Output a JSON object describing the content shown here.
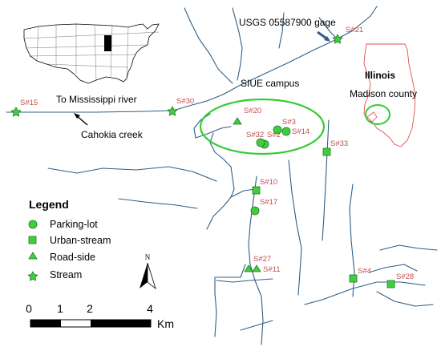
{
  "labels": {
    "gage": "USGS 05587900 gage",
    "campus": "SIUE campus",
    "river_to": "To Mississippi river",
    "creek": "Cahokia creek",
    "state": "Illinois",
    "county": "Madison county"
  },
  "sites": [
    {
      "id": "S#21",
      "type": "stream"
    },
    {
      "id": "S#15",
      "type": "stream"
    },
    {
      "id": "S#30",
      "type": "stream"
    },
    {
      "id": "S#20",
      "type": "road-side"
    },
    {
      "id": "S#3",
      "type": "parking-lot"
    },
    {
      "id": "S#14",
      "type": "parking-lot"
    },
    {
      "id": "S#2",
      "type": "parking-lot"
    },
    {
      "id": "S#32",
      "type": "parking-lot"
    },
    {
      "id": "S#33",
      "type": "urban-stream"
    },
    {
      "id": "S#10",
      "type": "urban-stream"
    },
    {
      "id": "S#17",
      "type": "parking-lot"
    },
    {
      "id": "S#27",
      "type": "road-side"
    },
    {
      "id": "S#11",
      "type": "road-side"
    },
    {
      "id": "S#4",
      "type": "urban-stream"
    },
    {
      "id": "S#28",
      "type": "urban-stream"
    }
  ],
  "legend": {
    "title": "Legend",
    "items": [
      {
        "label": "Parking-lot",
        "symbol": "circle"
      },
      {
        "label": "Urban-stream",
        "symbol": "square"
      },
      {
        "label": "Road-side",
        "symbol": "triangle"
      },
      {
        "label": "Stream",
        "symbol": "star"
      }
    ]
  },
  "north": "N",
  "scale": {
    "ticks": [
      "0",
      "1",
      "2",
      "4"
    ],
    "unit": "Km"
  },
  "colors": {
    "river": "#2f5f86",
    "symbol_fill": "#3fce3f",
    "campus_ellipse": "#33cc33",
    "site_label": "#c0504d",
    "illinois_outline": "#e0504a"
  }
}
